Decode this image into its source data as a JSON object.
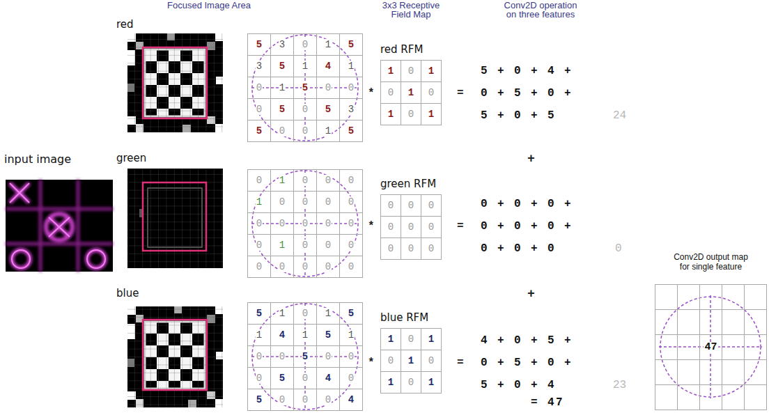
{
  "diagram": {
    "nodes": [
      {
        "text": [
          "5",
          "3",
          "0",
          "1",
          "5",
          "3",
          "5",
          "1",
          "4",
          "1",
          "0",
          "1",
          "5",
          "0",
          "0",
          "0",
          "5",
          "0",
          "5",
          "3",
          "5",
          "0",
          "0",
          "1",
          "5"
        ]
      },
      {
        "text": [
          "red RFM",
          "1",
          "0",
          "1",
          "0",
          "1",
          "0",
          "1",
          "0",
          "1"
        ]
      },
      {
        "text": [
          "0",
          "1",
          "0",
          "0",
          "0",
          "1",
          "0",
          "0",
          "0",
          "0",
          "0",
          "0",
          "0",
          "0",
          "0",
          "0",
          "1",
          "0",
          "0",
          "0",
          "0",
          "0",
          "0",
          "0",
          "0"
        ]
      },
      {
        "text": [
          "green RFM",
          "0",
          "0",
          "0",
          "0",
          "0",
          "0",
          "0",
          "0",
          "0"
        ]
      },
      {
        "text": [
          "5",
          "1",
          "0",
          "1",
          "5",
          "1",
          "4",
          "1",
          "5",
          "1",
          "0",
          "0",
          "5",
          "0",
          "0",
          "0",
          "5",
          "0",
          "4",
          "0",
          "5",
          "0",
          "0",
          "0",
          "4"
        ]
      },
      {
        "text": [
          "blue RFM",
          "1",
          "0",
          "1",
          "0",
          "1",
          "0",
          "1",
          "0",
          "1"
        ]
      },
      {
        "text": [
          "Conv2D output map for single feature",
          "47"
        ]
      }
    ],
    "labels": [
      "Focused Image Area",
      "3x3 Receptive Field Map",
      "Conv2D operation on three features",
      "red",
      "input image",
      "*",
      "=",
      "5 + 0 + 4 +",
      "0 + 5 + 0 +",
      "5 + 0 + 5",
      "24",
      "+",
      "green",
      "*",
      "=",
      "0 + 0 + 0 +",
      "0 + 0 + 0 +",
      "0 + 0 + 0",
      "0",
      "+",
      "blue",
      "*",
      "=",
      "4 + 0 + 5 +",
      "0 + 5 + 0 +",
      "5 + 0 + 4",
      "23",
      "= 47"
    ]
  }
}
